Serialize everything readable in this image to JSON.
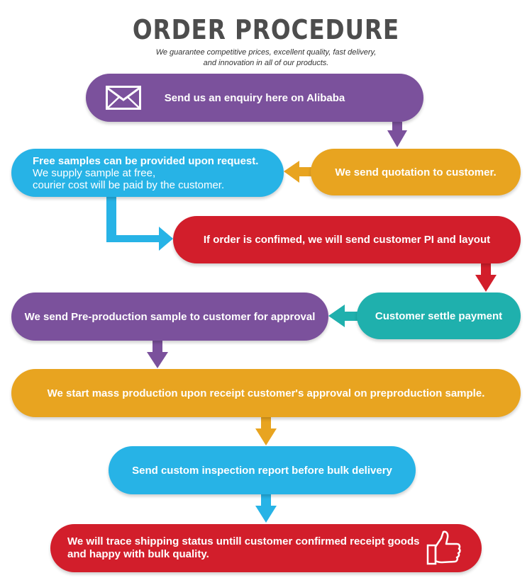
{
  "header": {
    "title": "ORDER PROCEDURE",
    "subtitle_line1": "We guarantee competitive prices, excellent quality, fast delivery,",
    "subtitle_line2": "and innovation in all of our products."
  },
  "steps": [
    {
      "text": "Send us an enquiry here on Alibaba",
      "color": "#7b519c",
      "icon": "envelope-icon"
    },
    {
      "text": "We send quotation to customer.",
      "color": "#e8a420"
    },
    {
      "text": "Free samples can be provided upon request.",
      "line2": "We supply sample at free,",
      "line3": "courier cost will be paid by the customer.",
      "color": "#27b3e6"
    },
    {
      "text": "If order is confimed, we will send customer PI and layout",
      "color": "#d21e2b"
    },
    {
      "text": "Customer settle payment",
      "color": "#1fb0ad"
    },
    {
      "text": "We send Pre-production sample to customer for approval",
      "color": "#7b519c"
    },
    {
      "text": "We start mass production upon receipt customer's approval on preproduction sample.",
      "color": "#e8a420"
    },
    {
      "text": "Send custom inspection report before bulk delivery",
      "color": "#27b3e6"
    },
    {
      "text": "We will trace shipping status untill customer confirmed receipt goods",
      "line2": "and happy with bulk quality.",
      "color": "#d21e2b",
      "icon": "thumbs-up-icon"
    }
  ]
}
